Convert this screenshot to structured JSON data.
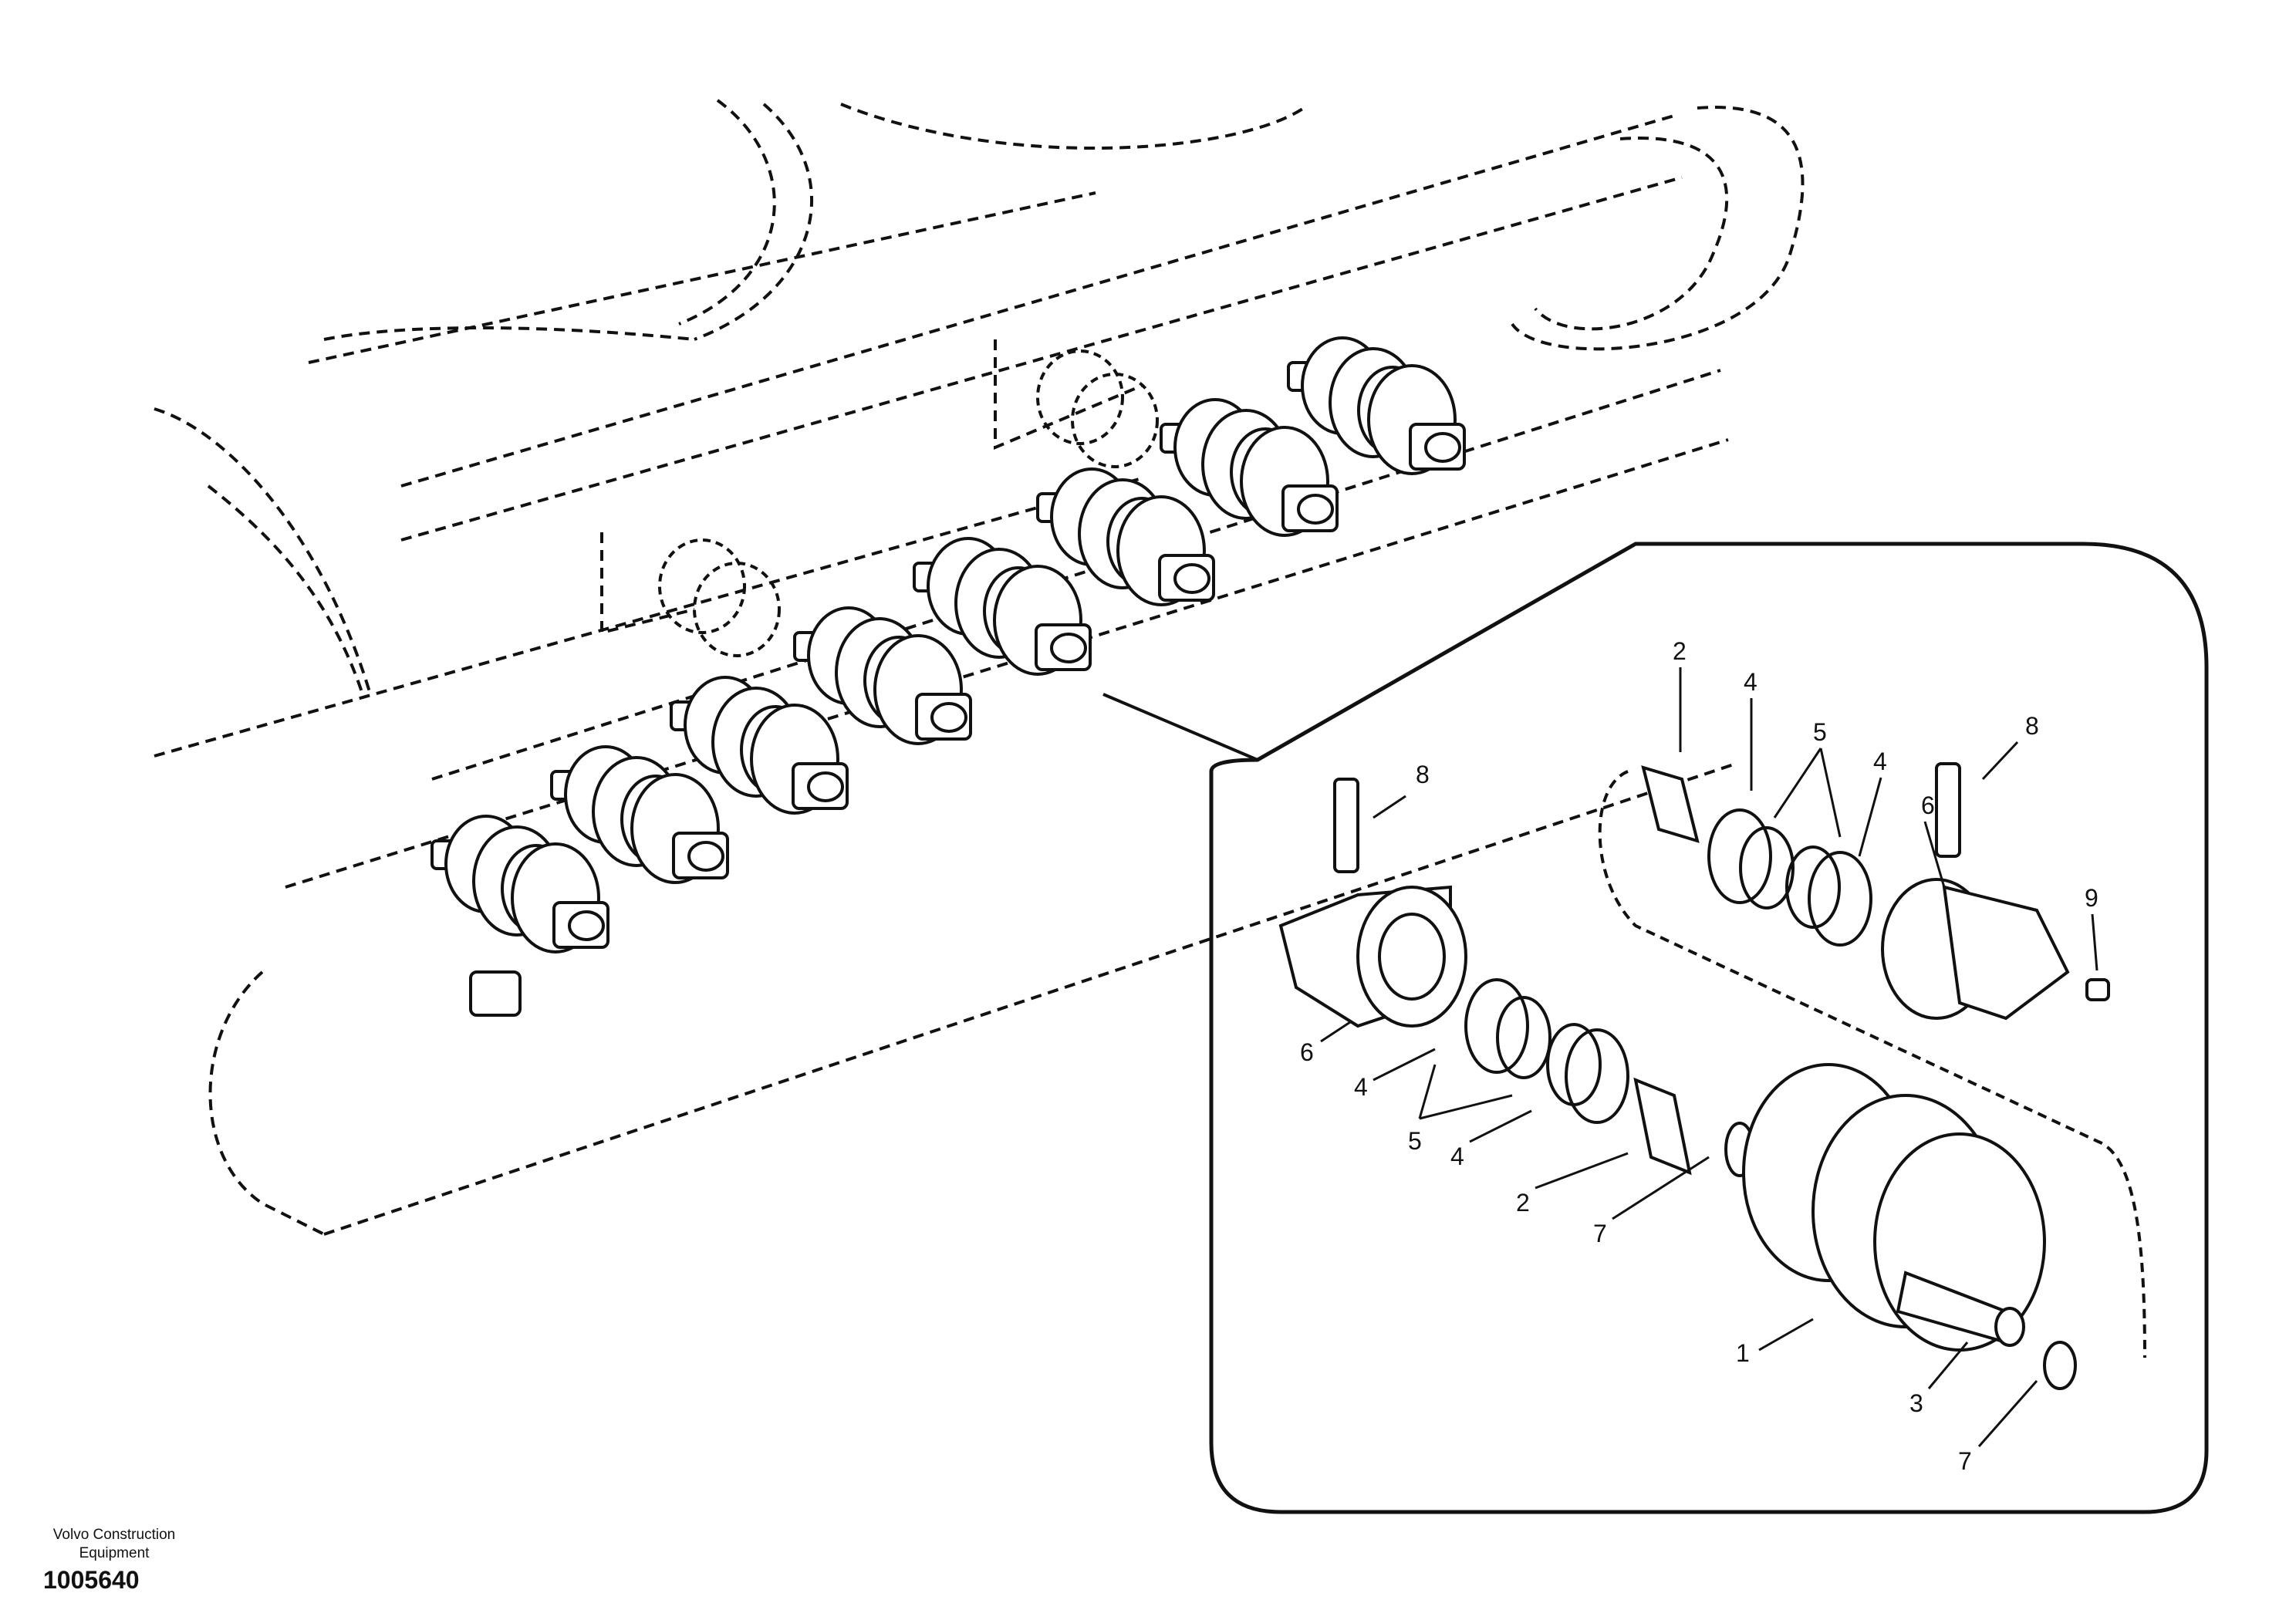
{
  "footer": {
    "company_line1": "Volvo Construction",
    "company_line2": "Equipment",
    "drawing_number": "1005640"
  },
  "callouts": [
    "1",
    "2",
    "2",
    "3",
    "4",
    "4",
    "4",
    "4",
    "5",
    "5",
    "6",
    "6",
    "7",
    "7",
    "8",
    "8",
    "9"
  ],
  "colors": {
    "line": "#111111",
    "background": "#ffffff"
  }
}
